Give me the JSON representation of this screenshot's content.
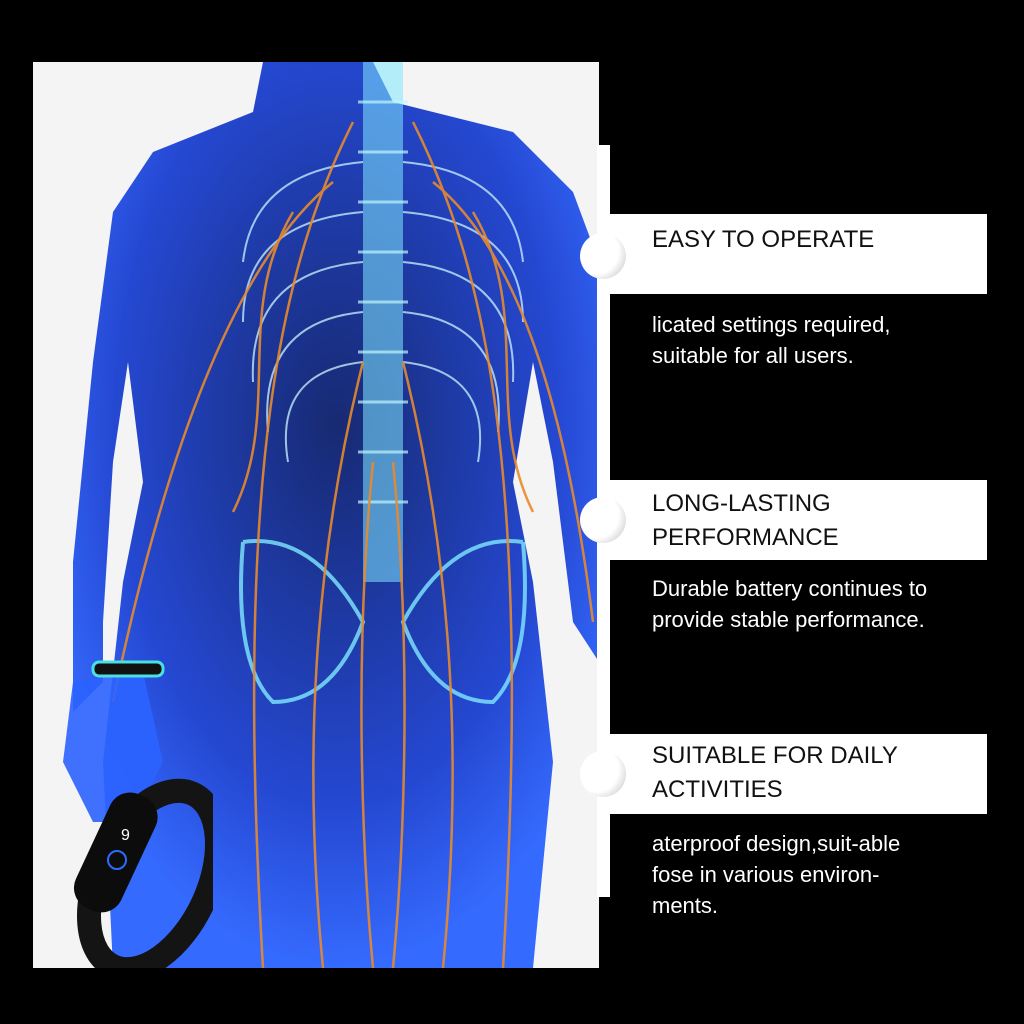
{
  "colors": {
    "background": "#000000",
    "panel": "#f4f4f4",
    "body_blue": "#1e4fe0",
    "nerve_orange": "#e88a2c",
    "bone_cyan": "#7fe8ff",
    "header_bg": "#ffffff",
    "header_text": "#111111",
    "desc_text": "#ffffff"
  },
  "illustration": {
    "subject": "human-body-nervous-system-xray",
    "accessory": "fitness-band",
    "band_display_digit": "9"
  },
  "features": [
    {
      "title_lines": [
        "EASY TO OPERATE"
      ],
      "desc_lines": [
        "licated settings required,",
        "suitable for all users."
      ]
    },
    {
      "title_lines": [
        "LONG-LASTING",
        "PERFORMANCE"
      ],
      "desc_lines": [
        "Durable battery continues to",
        "provide stable performance."
      ]
    },
    {
      "title_lines": [
        "SUITABLE FOR DAILY",
        "ACTIVITIES"
      ],
      "desc_lines": [
        "aterproof design,suit-able",
        "fose in various environ-",
        "ments."
      ]
    }
  ]
}
